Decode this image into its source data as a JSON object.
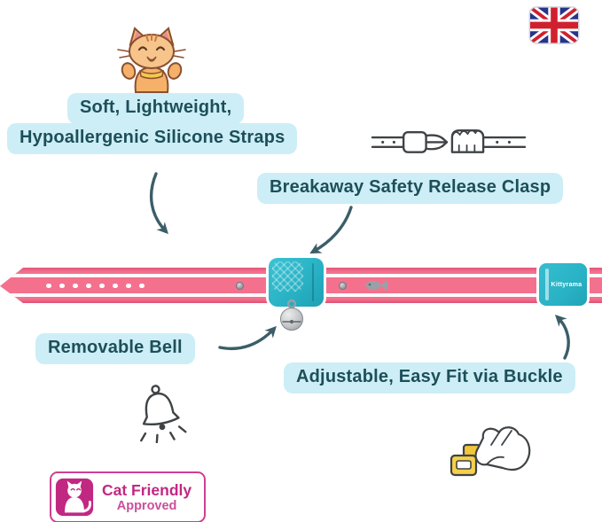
{
  "annotations": {
    "straps": {
      "line1": "Soft, Lightweight,",
      "line2": "Hypoallergenic Silicone Straps"
    },
    "clasp": "Breakaway Safety Release Clasp",
    "bell": "Removable Bell",
    "buckle": "Adjustable, Easy Fit via Buckle"
  },
  "product": {
    "brand": "Kittyrama"
  },
  "badge": {
    "title": "Cat Friendly",
    "subtitle": "Approved"
  },
  "icons": {
    "cat": "cat-illustration",
    "uk_flag": "uk-flag-icon",
    "clasp_sketch": "breakaway-clasp-illustration",
    "bell_sketch": "bell-illustration",
    "hand_sketch": "hand-adjusting-buckle-illustration",
    "cat_friendly_logo": "cat-friendly-approved-logo",
    "fish_charm": "fish-charm",
    "bell_charm": "bell-charm"
  },
  "colors": {
    "label_bg": "#cdeef6",
    "label_text": "#1d4f5a",
    "arrow": "#3b5e68",
    "collar_pink": "#f4718d",
    "clasp_teal": "#29b2c5",
    "badge_magenta": "#c12882"
  }
}
